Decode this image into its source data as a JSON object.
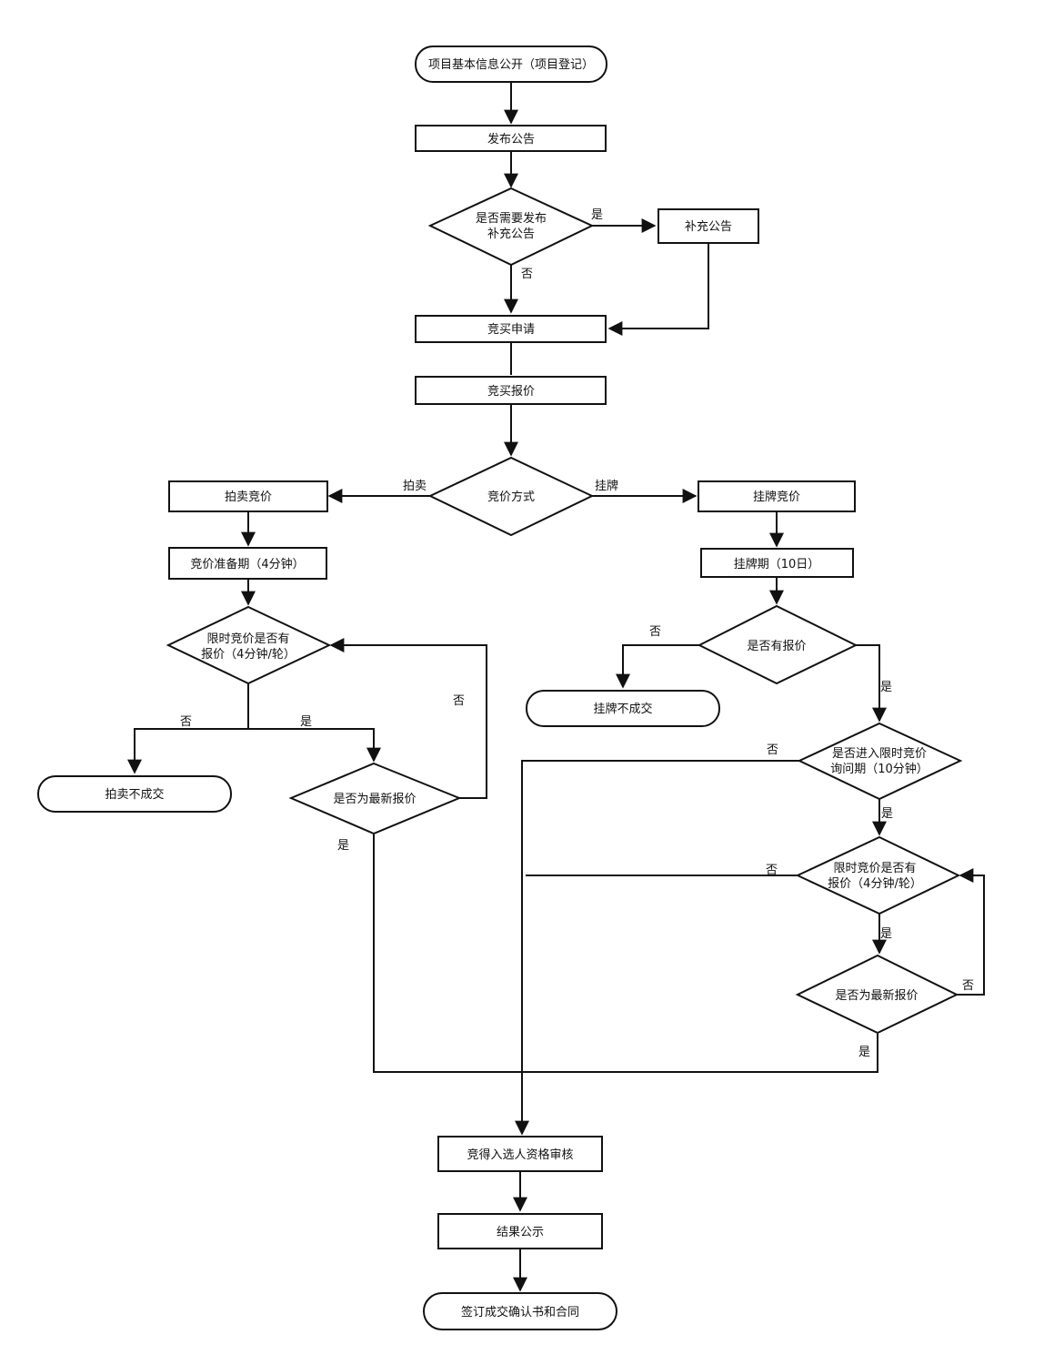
{
  "nodes": {
    "start": "项目基本信息公开（项目登记）",
    "publish": "发布公告",
    "need_supplement_1": "是否需要发布",
    "need_supplement_2": "补充公告",
    "supplement": "补充公告",
    "apply": "竞买申请",
    "quote": "竞买报价",
    "method": "竞价方式",
    "auction": "拍卖竞价",
    "listing": "挂牌竞价",
    "prep": "竞价准备期（4分钟）",
    "listing_period": "挂牌期（10日）",
    "left_limited_1": "限时竞价是否有",
    "left_limited_2": "报价（4分钟/轮）",
    "auction_fail": "拍卖不成交",
    "left_latest": "是否为最新报价",
    "has_quote": "是否有报价",
    "listing_fail": "挂牌不成交",
    "enter_limited_1": "是否进入限时竞价",
    "enter_limited_2": "询问期（10分钟）",
    "right_limited_1": "限时竞价是否有",
    "right_limited_2": "报价（4分钟/轮）",
    "right_latest": "是否为最新报价",
    "review": "竞得入选人资格审核",
    "announce": "结果公示",
    "sign": "签订成交确认书和合同"
  },
  "edge_labels": {
    "yes": "是",
    "no": "否",
    "auction": "拍卖",
    "listing": "挂牌"
  }
}
